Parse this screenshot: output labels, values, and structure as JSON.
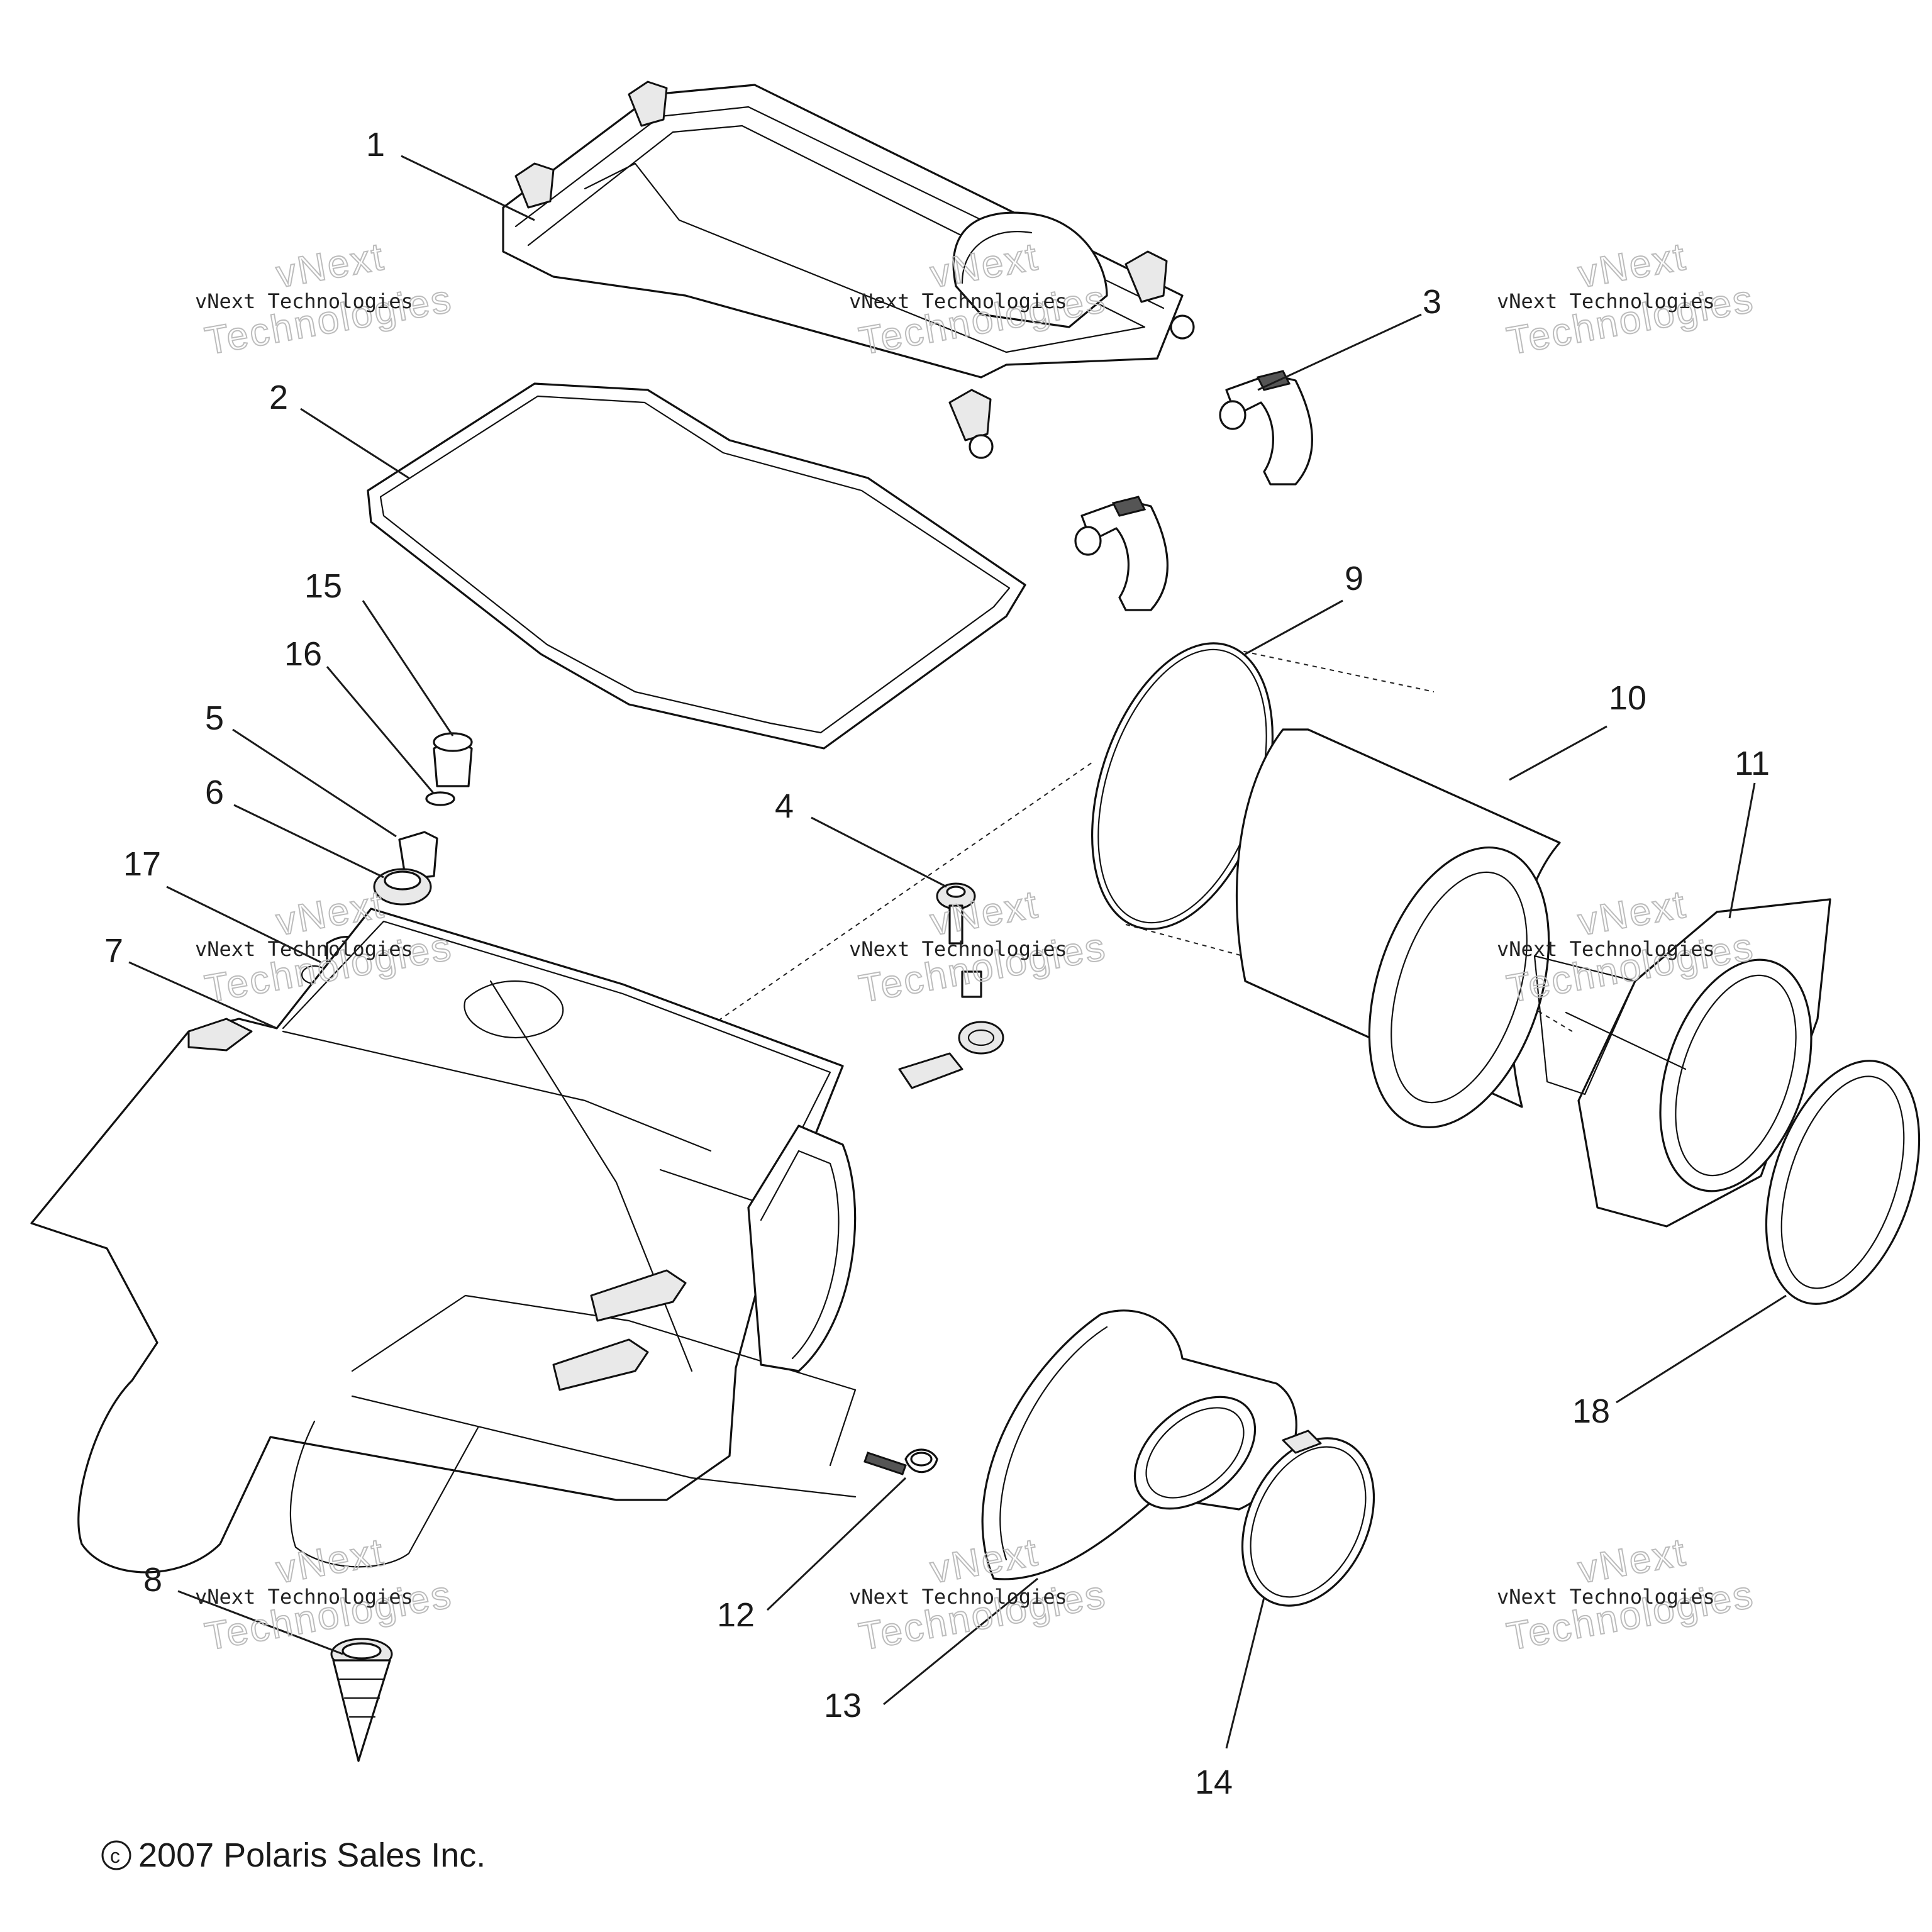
{
  "diagram": {
    "callouts": [
      {
        "id": "1",
        "label": "1"
      },
      {
        "id": "2",
        "label": "2"
      },
      {
        "id": "3",
        "label": "3"
      },
      {
        "id": "4",
        "label": "4"
      },
      {
        "id": "5",
        "label": "5"
      },
      {
        "id": "6",
        "label": "6"
      },
      {
        "id": "7",
        "label": "7"
      },
      {
        "id": "8",
        "label": "8"
      },
      {
        "id": "9",
        "label": "9"
      },
      {
        "id": "10",
        "label": "10"
      },
      {
        "id": "11",
        "label": "11"
      },
      {
        "id": "12",
        "label": "12"
      },
      {
        "id": "13",
        "label": "13"
      },
      {
        "id": "14",
        "label": "14"
      },
      {
        "id": "15",
        "label": "15"
      },
      {
        "id": "16",
        "label": "16"
      },
      {
        "id": "17",
        "label": "17"
      },
      {
        "id": "18",
        "label": "18"
      }
    ],
    "watermark": {
      "line1": "vNext Technologies",
      "big1": "vNext",
      "big2": "Technologies"
    },
    "copyright": {
      "symbol": "c",
      "text": "2007 Polaris Sales Inc."
    }
  }
}
